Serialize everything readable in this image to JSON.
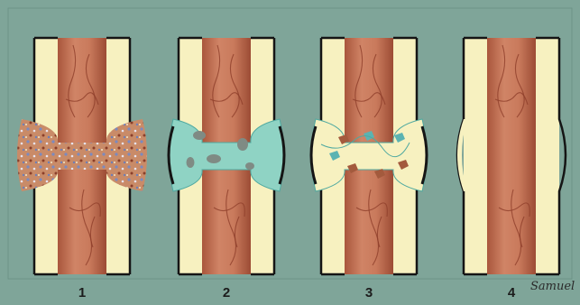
{
  "figure": {
    "panels": [
      {
        "number": "1",
        "fracture_fill": "hematoma"
      },
      {
        "number": "2",
        "fracture_fill": "soft-callus"
      },
      {
        "number": "3",
        "fracture_fill": "bony-callus"
      },
      {
        "number": "4",
        "fracture_fill": "remodeled-bulge"
      }
    ],
    "signature": "Samuel"
  },
  "colors": {
    "background": "#7fa599",
    "frame": "#7fa599",
    "cortex": "#f7f1c0",
    "medulla": "#c5755a",
    "medulla_dark": "#8e3f2b",
    "hematoma": "#c89070",
    "soft_callus": "#8fd3c4",
    "bony_callus_chip": "#a35a3d",
    "teal_chip": "#5bb3b2",
    "grey_chip": "#7f8b84",
    "outline": "#151515"
  }
}
